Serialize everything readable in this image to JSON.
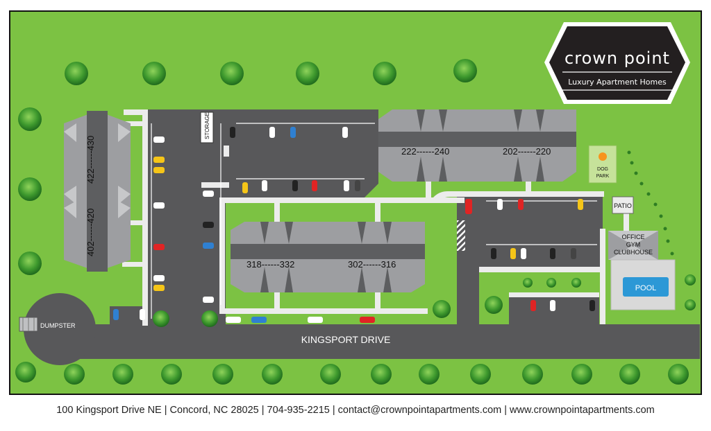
{
  "brand": {
    "name": "crown point",
    "tagline": "Luxury Apartment Homes"
  },
  "labels": {
    "street": "KINGSPORT DRIVE",
    "dumpster": "DUMPSTER",
    "storage": "STORAGE",
    "dog_park_line1": "DOG",
    "dog_park_line2": "PARK",
    "patio": "PATIO",
    "clubhouse_line1": "OFFICE",
    "clubhouse_line2": "GYM",
    "clubhouse_line3": "CLUBHOUSE",
    "pool": "POOL"
  },
  "buildings": {
    "b1_upper": "422------430",
    "b1_lower": "402------420",
    "b2": "222------240",
    "b3": "202------220",
    "b4": "318------332",
    "b5": "302------316"
  },
  "footer": {
    "text": "100 Kingsport Drive NE | Concord, NC 28025 | 704-935-2215 | contact@crownpointapartments.com  | www.crownpointapartments.com"
  },
  "colors": {
    "grass": "#7cc243",
    "asphalt": "#58585a",
    "walkway": "#ececec",
    "roof_dark": "#5d5e60",
    "roof_light": "#9d9ea1",
    "pool": "#2c98d6",
    "logo_bg": "#231f20"
  }
}
